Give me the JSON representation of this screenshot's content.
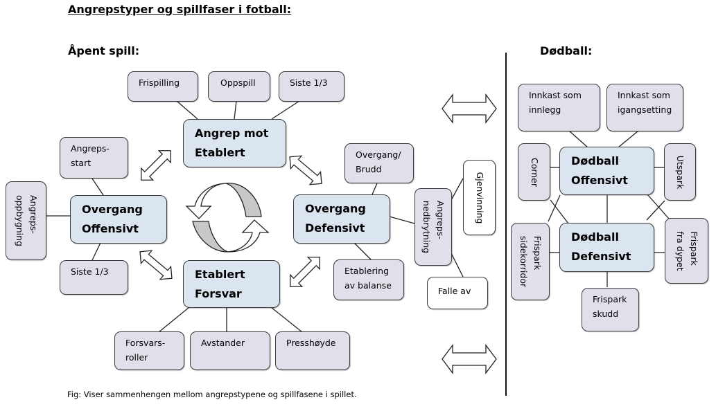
{
  "title": "Angrepstyper og spillfaser i fotball:",
  "open_play": {
    "heading": "Åpent spill:",
    "main_nodes": {
      "attack_established": [
        "Angrep mot",
        "Etablert"
      ],
      "transition_offensive": [
        "Overgang",
        "Offensivt"
      ],
      "transition_defensive": [
        "Overgang",
        "Defensivt"
      ],
      "established_defense": [
        "Etablert",
        "Forsvar"
      ]
    },
    "attack_established_children": [
      "Frispilling",
      "Oppspill",
      "Siste 1/3"
    ],
    "transition_offensive_children": {
      "top": [
        "Angreps-",
        "start"
      ],
      "left": [
        "Angreps-",
        "oppbygning"
      ],
      "bottom": [
        "Siste 1/3"
      ]
    },
    "transition_defensive_children": {
      "top": [
        "Overgang/",
        "Brudd"
      ],
      "bottom": [
        "Etablering",
        "av balanse"
      ],
      "right": [
        "Angreps-",
        "nedbrytning"
      ]
    },
    "attack_breakdown_children": {
      "recovery": [
        "Gjenvinning"
      ],
      "drop_off": [
        "Falle av"
      ]
    },
    "established_defense_children": [
      [
        "Forsvars-",
        "roller"
      ],
      [
        "Avstander"
      ],
      [
        "Presshøyde"
      ]
    ],
    "cycle_icon": "cycle-arrows-icon"
  },
  "dead_ball": {
    "heading": "Dødball:",
    "main_nodes": {
      "offensive": [
        "Dødball",
        "Offensivt"
      ],
      "defensive": [
        "Dødball",
        "Defensivt"
      ]
    },
    "offensive_children": {
      "throw_in_cross": [
        "Innkast som",
        "innlegg"
      ],
      "throw_in_start": [
        "Innkast som",
        "igangsetting"
      ],
      "corner": [
        "Corner"
      ],
      "goal_kick": [
        "Utspark"
      ]
    },
    "defensive_children": {
      "free_kick_side": [
        "Frispark",
        "sidekorridor"
      ],
      "free_kick_deep": [
        "Frispark",
        "fra dypet"
      ],
      "free_kick_shot": [
        "Frispark",
        "skudd"
      ]
    }
  },
  "caption": "Fig: Viser sammenhengen mellom angrepstypene og spillfasene i spillet.",
  "colors": {
    "main_fill": "#dbe5f0",
    "sub_fill": "#e3dfea",
    "border": "#3b3b3b",
    "cycle_shade": "#c8c8c8"
  }
}
